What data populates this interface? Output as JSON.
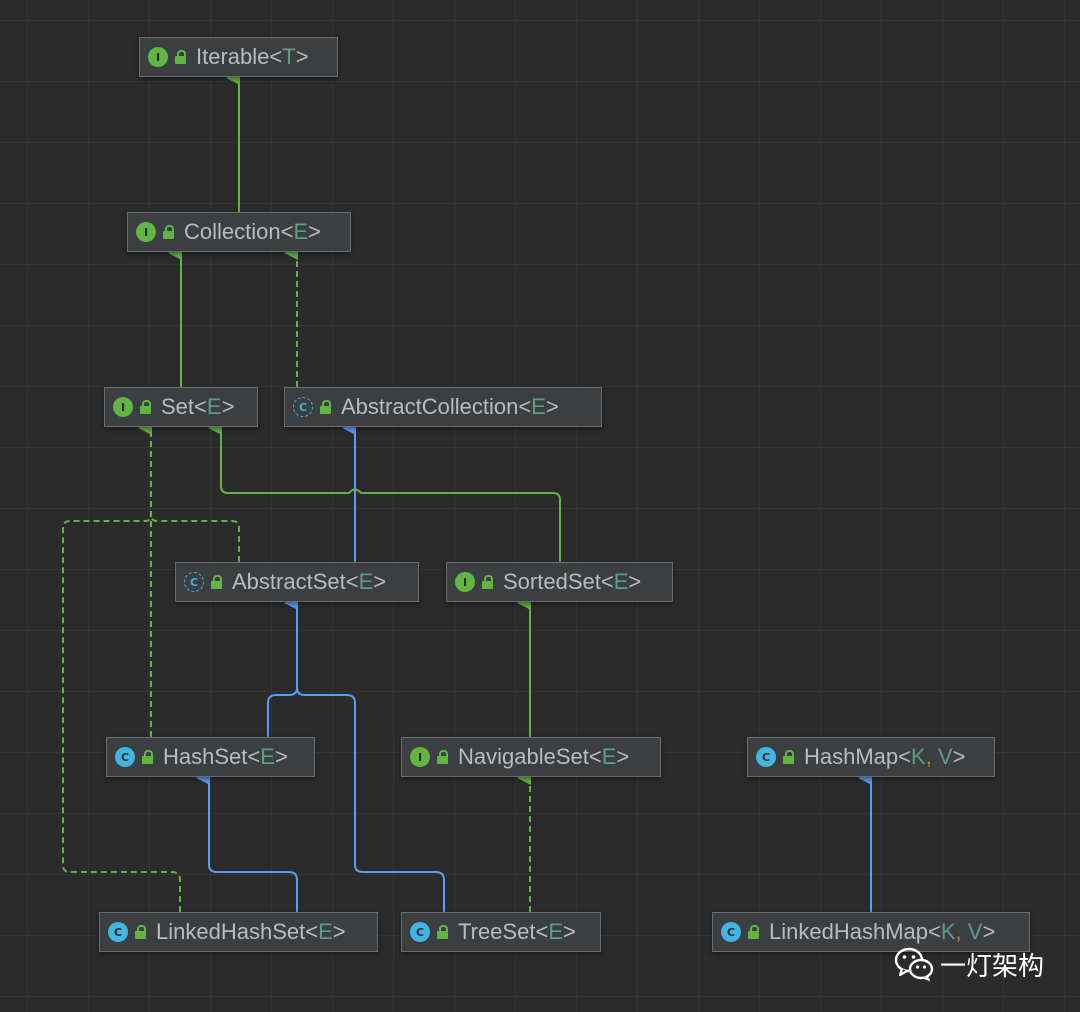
{
  "nodes": [
    {
      "id": "iterable",
      "kind": "interface",
      "badge": "I",
      "name": "Iterable",
      "params": [
        "T"
      ]
    },
    {
      "id": "collection",
      "kind": "interface",
      "badge": "I",
      "name": "Collection",
      "params": [
        "E"
      ]
    },
    {
      "id": "set",
      "kind": "interface",
      "badge": "I",
      "name": "Set",
      "params": [
        "E"
      ]
    },
    {
      "id": "abstractcollection",
      "kind": "abstract",
      "badge": "C",
      "name": "AbstractCollection",
      "params": [
        "E"
      ]
    },
    {
      "id": "abstractset",
      "kind": "abstract",
      "badge": "C",
      "name": "AbstractSet",
      "params": [
        "E"
      ]
    },
    {
      "id": "sortedset",
      "kind": "interface",
      "badge": "I",
      "name": "SortedSet",
      "params": [
        "E"
      ]
    },
    {
      "id": "hashset",
      "kind": "class",
      "badge": "C",
      "name": "HashSet",
      "params": [
        "E"
      ]
    },
    {
      "id": "navigableset",
      "kind": "interface",
      "badge": "I",
      "name": "NavigableSet",
      "params": [
        "E"
      ]
    },
    {
      "id": "hashmap",
      "kind": "class",
      "badge": "C",
      "name": "HashMap",
      "params": [
        "K",
        "V"
      ]
    },
    {
      "id": "linkedhashset",
      "kind": "class",
      "badge": "C",
      "name": "LinkedHashSet",
      "params": [
        "E"
      ]
    },
    {
      "id": "treeset",
      "kind": "class",
      "badge": "C",
      "name": "TreeSet",
      "params": [
        "E"
      ]
    },
    {
      "id": "linkedhashmap",
      "kind": "class",
      "badge": "C",
      "name": "LinkedHashMap",
      "params": [
        "K",
        "V"
      ]
    }
  ],
  "edges": [
    {
      "from": "collection",
      "to": "iterable",
      "type": "extends"
    },
    {
      "from": "set",
      "to": "collection",
      "type": "extends"
    },
    {
      "from": "abstractcollection",
      "to": "collection",
      "type": "implements"
    },
    {
      "from": "abstractset",
      "to": "abstractcollection",
      "type": "inherits"
    },
    {
      "from": "sortedset",
      "to": "set",
      "type": "extends"
    },
    {
      "from": "abstractset",
      "to": "set",
      "type": "implements"
    },
    {
      "from": "hashset",
      "to": "set",
      "type": "implements"
    },
    {
      "from": "linkedhashset",
      "to": "set",
      "type": "implements"
    },
    {
      "from": "hashset",
      "to": "abstractset",
      "type": "inherits"
    },
    {
      "from": "treeset",
      "to": "abstractset",
      "type": "inherits"
    },
    {
      "from": "navigableset",
      "to": "sortedset",
      "type": "extends"
    },
    {
      "from": "linkedhashset",
      "to": "hashset",
      "type": "inherits"
    },
    {
      "from": "treeset",
      "to": "navigableset",
      "type": "implements"
    },
    {
      "from": "linkedhashmap",
      "to": "hashmap",
      "type": "inherits"
    }
  ],
  "colors": {
    "background": "#2b2b2b",
    "node_fill": "#3c3f41",
    "node_border": "#6a6d70",
    "text": "#bbbbbb",
    "type_param": "#5a9e84",
    "comma": "#cc7832",
    "interface_badge": "#62b543",
    "class_badge": "#40b6e0",
    "extends_edge": "#62b543",
    "inherits_edge": "#589df6"
  },
  "watermark": {
    "icon": "wechat-icon",
    "text": "一灯架构"
  }
}
